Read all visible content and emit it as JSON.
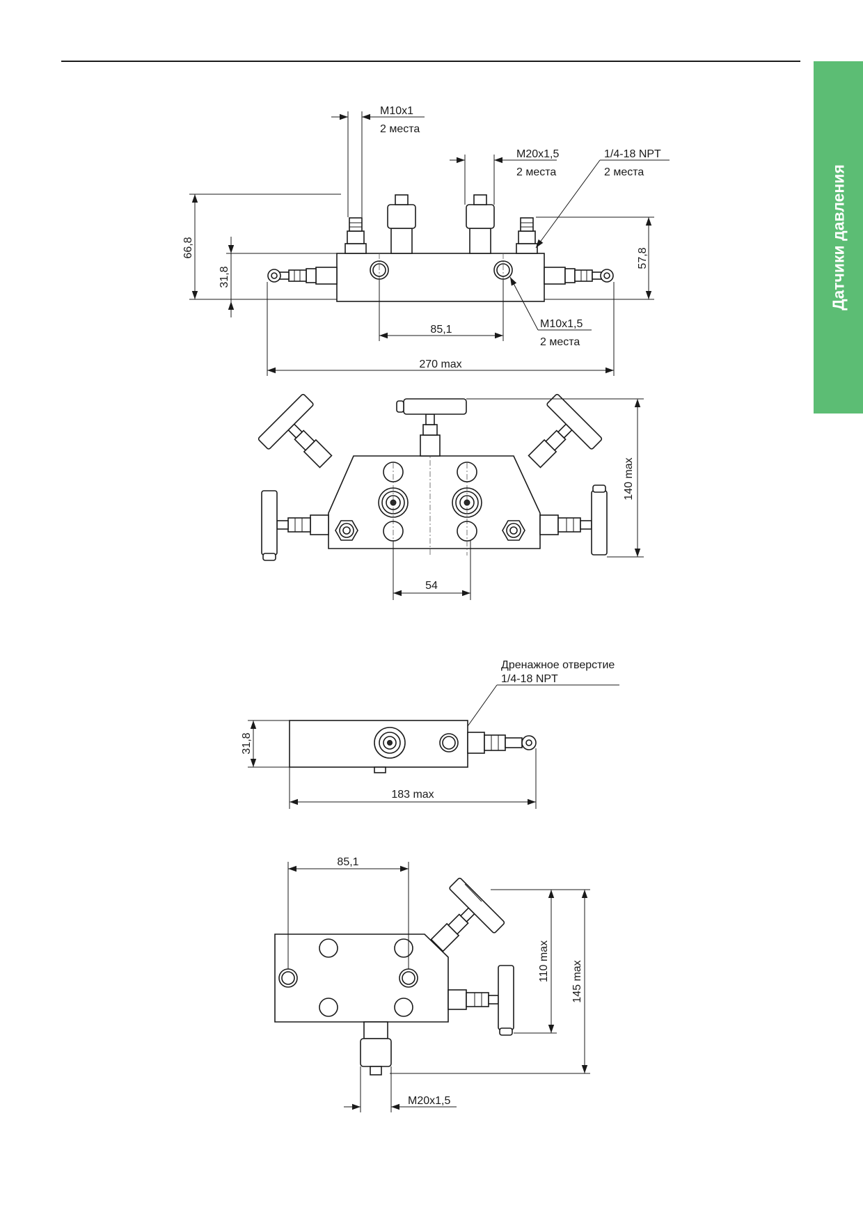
{
  "sidebar": {
    "label": "Датчики давления",
    "color": "#5cbd74"
  },
  "front_view": {
    "callout_top_left": {
      "thread": "M10x1",
      "qty": "2 места"
    },
    "callout_top_mid": {
      "thread": "M20x1,5",
      "qty": "2 места"
    },
    "callout_top_right": {
      "thread": "1/4-18 NPT",
      "qty": "2 места"
    },
    "callout_bottom_right": {
      "thread": "M10x1,5",
      "qty": "2 места"
    },
    "dim_left_outer": "66,8",
    "dim_left_inner": "31,8",
    "dim_right": "57,8",
    "dim_holes": "85,1",
    "dim_overall": "270 max"
  },
  "top_view": {
    "dim_height": "140 max",
    "dim_ports": "54"
  },
  "side_view": {
    "drain_label": "Дренажное отверстие",
    "drain_thread": "1/4-18 NPT",
    "dim_height": "31,8",
    "dim_length": "183 max"
  },
  "bottom_view": {
    "dim_holes": "85,1",
    "dim_inner": "110 max",
    "dim_outer": "145 max",
    "dim_port": "M20x1,5"
  }
}
